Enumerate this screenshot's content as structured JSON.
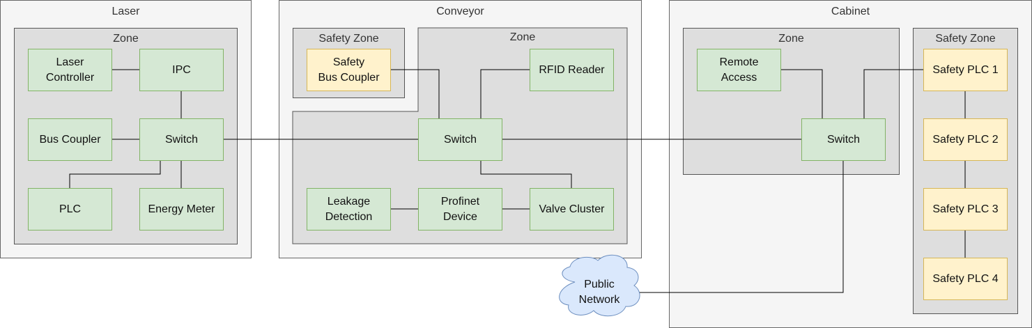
{
  "containers": {
    "laser": {
      "title": "Laser",
      "zone_title": "Zone"
    },
    "conveyor": {
      "title": "Conveyor",
      "safety_zone_title": "Safety Zone",
      "zone_title": "Zone"
    },
    "cabinet": {
      "title": "Cabinet",
      "zone_title": "Zone",
      "safety_zone_title": "Safety Zone"
    }
  },
  "nodes": {
    "laser_controller": "Laser\nController",
    "laser_ipc": "IPC",
    "laser_bus_coupler": "Bus Coupler",
    "laser_switch": "Switch",
    "laser_plc": "PLC",
    "laser_energy_meter": "Energy Meter",
    "conv_safety_bus_coupler": "Safety\nBus Coupler",
    "conv_rfid_reader": "RFID Reader",
    "conv_switch": "Switch",
    "conv_leakage_detection": "Leakage\nDetection",
    "conv_profinet_device": "Profinet\nDevice",
    "conv_valve_cluster": "Valve Cluster",
    "cab_remote_access": "Remote\nAccess",
    "cab_switch": "Switch",
    "cab_safety_plc_1": "Safety PLC 1",
    "cab_safety_plc_2": "Safety PLC 2",
    "cab_safety_plc_3": "Safety PLC 3",
    "cab_safety_plc_4": "Safety PLC 4",
    "public_network": "Public\nNetwork"
  },
  "colors": {
    "node_fill": "#d5e8d4",
    "node_border": "#82b366",
    "safety_fill": "#fff2cc",
    "safety_border": "#d6b656",
    "cloud_fill": "#dae8fc",
    "cloud_border": "#6c8ebf"
  }
}
